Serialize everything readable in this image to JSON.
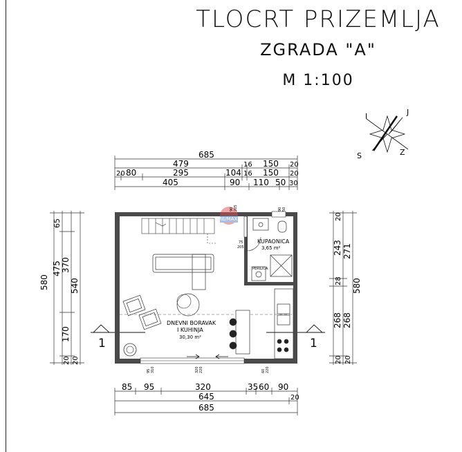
{
  "title": {
    "main": "TLOCRT PRIZEMLJA",
    "building": "ZGRADA \"A\"",
    "scale": "M 1:100"
  },
  "compass": {
    "n1": "I",
    "n2": "J",
    "s1": "S",
    "s2": "Z"
  },
  "dims_top": {
    "overall": "685",
    "row2": [
      "479",
      "16",
      "150",
      "20"
    ],
    "row3": [
      "20",
      "80",
      "295",
      "104",
      "16",
      "150",
      "20"
    ],
    "row4": [
      "405",
      "90",
      "110",
      "50",
      "30"
    ]
  },
  "dims_bottom": {
    "row1": [
      "85",
      "95",
      "320",
      "35",
      "60",
      "90"
    ],
    "row2": [
      "645",
      "20"
    ],
    "overall": "685"
  },
  "dims_left": {
    "outer": "580",
    "mid": [
      "475"
    ],
    "inner": [
      "65",
      "20",
      "370",
      "170",
      "20"
    ],
    "col": [
      "540"
    ]
  },
  "dims_right": {
    "col1": [
      "20",
      "243",
      "28",
      "268",
      "20"
    ],
    "col2": [
      "271",
      "268",
      "20"
    ],
    "outer": "580"
  },
  "rooms": {
    "bath_name": "KUPAONICA",
    "bath_area": "3,65 m²",
    "living_name1": "DNEVNI BORAVAK",
    "living_name2": "I KUHINJA",
    "living_area": "30,30 m²",
    "washer": "PERILICA"
  },
  "opening_notes": {
    "top_small": [
      "90",
      "205"
    ],
    "door1": [
      "75",
      "205"
    ],
    "win_tr": [
      "90",
      "50"
    ],
    "bottom_left": [
      "95",
      "310"
    ],
    "bottom_mid": [
      "320",
      "220"
    ],
    "bottom_right": [
      "60",
      "220"
    ]
  },
  "section": {
    "left": "1",
    "right": "1"
  },
  "watermark": "RE/MAX"
}
